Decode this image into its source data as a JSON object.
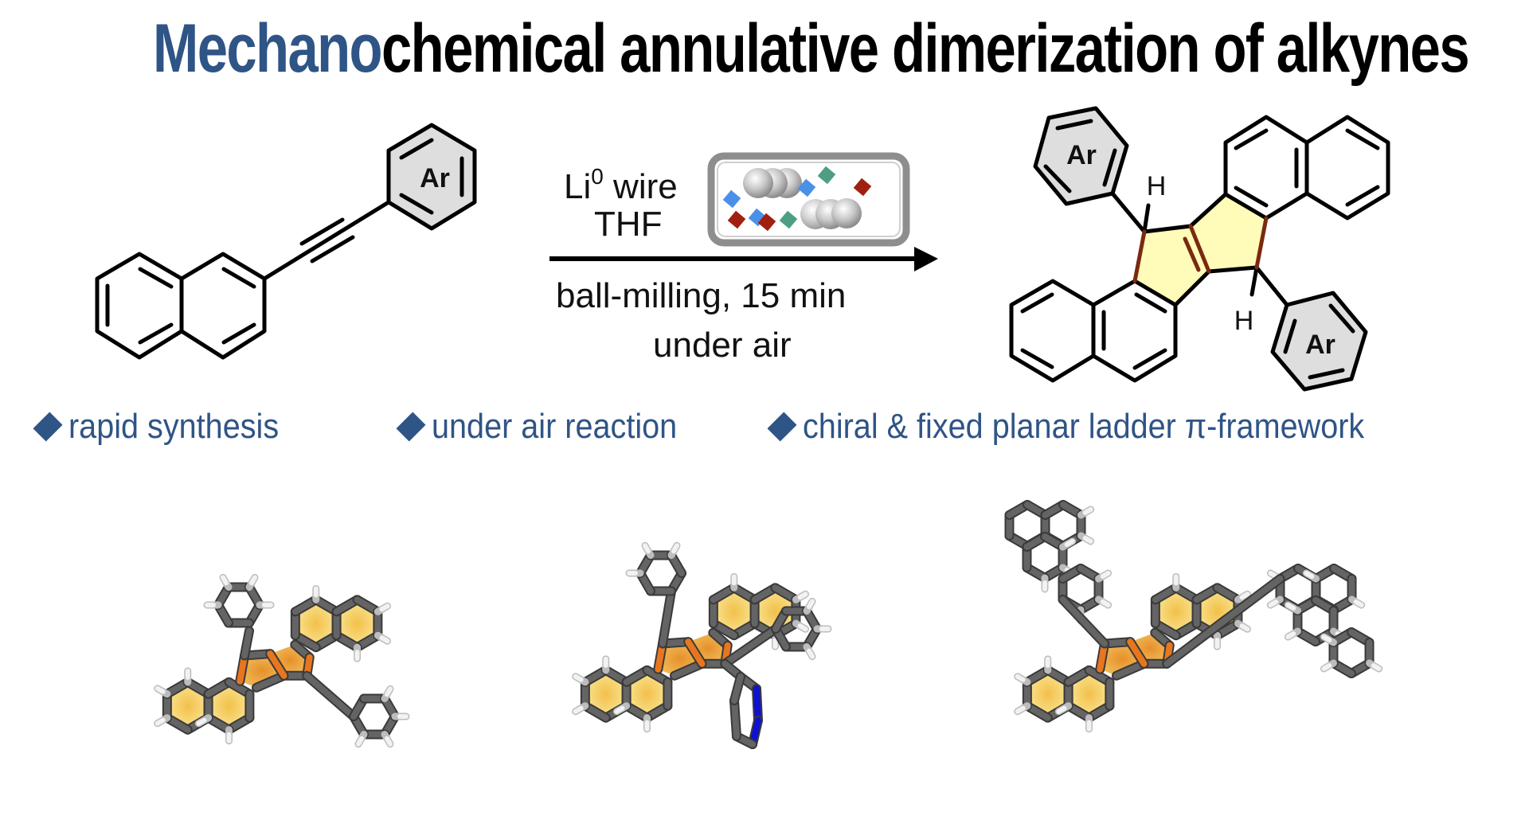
{
  "title": {
    "accent": "Mechano",
    "rest": "chemical annulative dimerization of alkynes",
    "accent_color": "#2F5486"
  },
  "scheme": {
    "starting_material": {
      "name": "2-(arylethynyl)naphthalene",
      "ring_label": "Ar"
    },
    "conditions": {
      "above_line1_base": "Li",
      "above_line1_sup": "0",
      "above_line1_rest": " wire",
      "above_line2": "THF",
      "below_line1": "ball-milling, 15 min",
      "below_line2": "under air",
      "mill_icon": "ball-mill-jar-icon"
    },
    "product": {
      "ring_label_top": "Ar",
      "ring_label_bottom": "Ar",
      "h_label_top": "H",
      "h_label_bottom": "H",
      "highlight_color": "#FFFBB8",
      "highlight_bond_color": "#7A2A10"
    }
  },
  "bullets": [
    {
      "icon": "diamond-bullet-icon",
      "text": "rapid synthesis"
    },
    {
      "icon": "diamond-bullet-icon",
      "text": "under air reaction"
    },
    {
      "icon": "diamond-bullet-icon",
      "text": "chiral & fixed planar ladder π-framework"
    }
  ],
  "structures_3d": [
    {
      "name": "crystal-structure-phenyl",
      "substituent": "phenyl"
    },
    {
      "name": "crystal-structure-pyridyl",
      "substituent": "pyridyl"
    },
    {
      "name": "crystal-structure-phenanthryl",
      "substituent": "phenanthryl"
    }
  ],
  "colors": {
    "bond": "#000000",
    "ar_fill": "#DEDEDE",
    "stick_carbon": "#646464",
    "stick_hydrogen": "#F2F2F2",
    "stick_nitrogen": "#1010D0",
    "ring_fill": "#F8DC80",
    "five_ring_bond": "#E8761E"
  }
}
